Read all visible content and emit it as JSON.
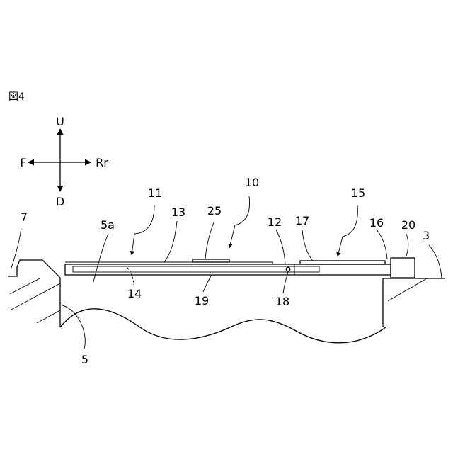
{
  "figure_label": "図4",
  "directions": {
    "up": "U",
    "down": "D",
    "front": "F",
    "rear": "Rr"
  },
  "labels": {
    "n3": "3",
    "n5": "5",
    "n5a": "5a",
    "n7": "7",
    "n10": "10",
    "n11": "11",
    "n12": "12",
    "n13": "13",
    "n14": "14",
    "n15": "15",
    "n16": "16",
    "n17": "17",
    "n18": "18",
    "n19": "19",
    "n20": "20",
    "n25": "25"
  }
}
